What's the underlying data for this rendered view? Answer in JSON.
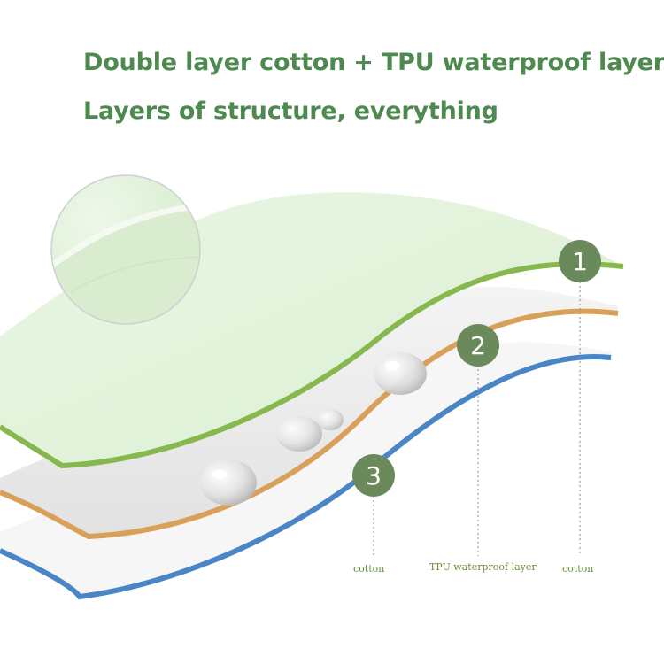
{
  "header": {
    "line1": "Double layer cotton + TPU waterproof layer",
    "line2": "Layers of structure, everything"
  },
  "layers": [
    {
      "number": "1",
      "label": "cotton",
      "edge_color": "#86b84e"
    },
    {
      "number": "2",
      "label": "TPU waterproof layer",
      "edge_color": "#d9a05a"
    },
    {
      "number": "3",
      "label": "cotton",
      "edge_color": "#4a86c6"
    }
  ],
  "colors": {
    "heading": "#4e8a50",
    "marker_fill": "#6a8a5c",
    "marker_text": "#ffffff",
    "label_text": "#6b8a3e",
    "top_fabric": "#e4f4de",
    "mid_fabric": "#ededed",
    "bottom_fabric": "#f6f6f6"
  }
}
